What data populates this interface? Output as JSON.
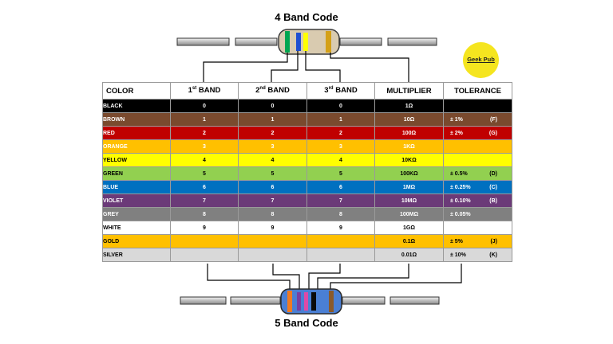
{
  "titles": {
    "four_band": "4 Band Code",
    "five_band": "5 Band Code"
  },
  "logo": {
    "text": "Geek Pub",
    "color": "#f5e51f"
  },
  "table": {
    "headers": [
      {
        "main": "COLOR",
        "sup": "",
        "rest": ""
      },
      {
        "main": "1",
        "sup": "st",
        "rest": " BAND"
      },
      {
        "main": "2",
        "sup": "nd",
        "rest": " BAND"
      },
      {
        "main": "3",
        "sup": "rd",
        "rest": " BAND"
      },
      {
        "main": "MULTIPLIER",
        "sup": "",
        "rest": ""
      },
      {
        "main": "TOLERANCE",
        "sup": "",
        "rest": ""
      }
    ],
    "rows": [
      {
        "color": "BLACK",
        "b1": "0",
        "b2": "0",
        "b3": "0",
        "mult": "1Ω",
        "tol": "",
        "code": "",
        "bg": "#000000",
        "fg": "#ffffff"
      },
      {
        "color": "BROWN",
        "b1": "1",
        "b2": "1",
        "b3": "1",
        "mult": "10Ω",
        "tol": "± 1%",
        "code": "(F)",
        "bg": "#7a4a2e",
        "fg": "#ffffff"
      },
      {
        "color": "RED",
        "b1": "2",
        "b2": "2",
        "b3": "2",
        "mult": "100Ω",
        "tol": "± 2%",
        "code": "(G)",
        "bg": "#c00000",
        "fg": "#ffffff"
      },
      {
        "color": "ORANGE",
        "b1": "3",
        "b2": "3",
        "b3": "3",
        "mult": "1KΩ",
        "tol": "",
        "code": "",
        "bg": "#ffc000",
        "fg": "#ffffff"
      },
      {
        "color": "YELLOW",
        "b1": "4",
        "b2": "4",
        "b3": "4",
        "mult": "10KΩ",
        "tol": "",
        "code": "",
        "bg": "#ffff00",
        "fg": "#000000"
      },
      {
        "color": "GREEN",
        "b1": "5",
        "b2": "5",
        "b3": "5",
        "mult": "100KΩ",
        "tol": "± 0.5%",
        "code": "(D)",
        "bg": "#92d050",
        "fg": "#000000"
      },
      {
        "color": "BLUE",
        "b1": "6",
        "b2": "6",
        "b3": "6",
        "mult": "1MΩ",
        "tol": "± 0.25%",
        "code": "(C)",
        "bg": "#0070c0",
        "fg": "#ffffff"
      },
      {
        "color": "VIOLET",
        "b1": "7",
        "b2": "7",
        "b3": "7",
        "mult": "10MΩ",
        "tol": "± 0.10%",
        "code": "(B)",
        "bg": "#6b3a78",
        "fg": "#ffffff"
      },
      {
        "color": "GREY",
        "b1": "8",
        "b2": "8",
        "b3": "8",
        "mult": "100MΩ",
        "tol": "± 0.05%",
        "code": "",
        "bg": "#808080",
        "fg": "#ffffff"
      },
      {
        "color": "WHITE",
        "b1": "9",
        "b2": "9",
        "b3": "9",
        "mult": "1GΩ",
        "tol": "",
        "code": "",
        "bg": "#ffffff",
        "fg": "#000000"
      },
      {
        "color": "GOLD",
        "b1": "",
        "b2": "",
        "b3": "",
        "mult": "0.1Ω",
        "tol": "± 5%",
        "code": "(J)",
        "bg": "#ffc000",
        "fg": "#000000"
      },
      {
        "color": "SILVER",
        "b1": "",
        "b2": "",
        "b3": "",
        "mult": "0.01Ω",
        "tol": "± 10%",
        "code": "(K)",
        "bg": "#d9d9d9",
        "fg": "#000000"
      }
    ]
  },
  "resistor_4band": {
    "body": "#d9cbb0",
    "bands": [
      "#00a651",
      "#1f4fd1",
      "#ffff00",
      "#d4a017"
    ]
  },
  "resistor_5band": {
    "body": "#4a7fd4",
    "bands": [
      "#f07a22",
      "#7a3fa0",
      "#e04aa6",
      "#0a0a0a",
      "#8a5a2b"
    ]
  }
}
